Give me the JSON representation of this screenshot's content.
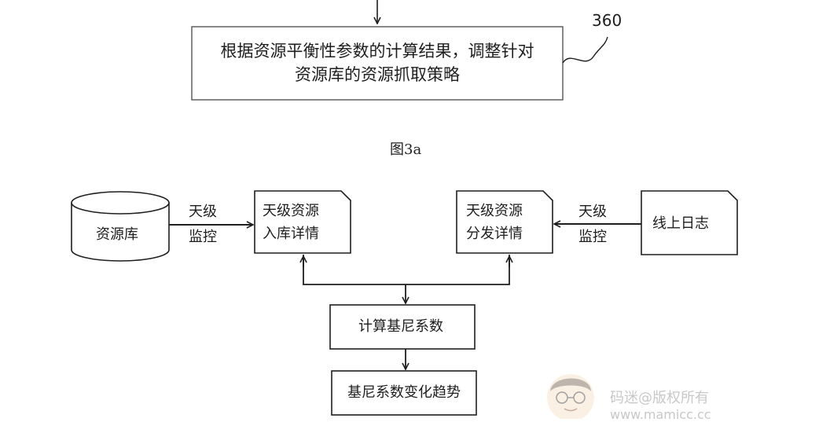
{
  "fig3a": {
    "step_text_line1": "根据资源平衡性参数的计算结果，调整针对",
    "step_text_line2": "资源库的资源抓取策略",
    "ref_number": "360",
    "caption": "图3a"
  },
  "flow": {
    "database": "资源库",
    "left_arrow_line1": "天级",
    "left_arrow_line2": "监控",
    "storage_details_line1": "天级资源",
    "storage_details_line2": "入库详情",
    "distribution_details_line1": "天级资源",
    "distribution_details_line2": "分发详情",
    "right_arrow_line1": "天级",
    "right_arrow_line2": "监控",
    "online_log": "线上日志",
    "gini": "计算基尼系数",
    "gini_trend": "基尼系数变化趋势"
  },
  "watermark": {
    "text": "码迷@版权所有",
    "url_fragment": "www.mamicc.cc"
  },
  "colors": {
    "line": "#1e1e1e",
    "background": "#ffffff",
    "watermark": "#c8c8c8"
  }
}
